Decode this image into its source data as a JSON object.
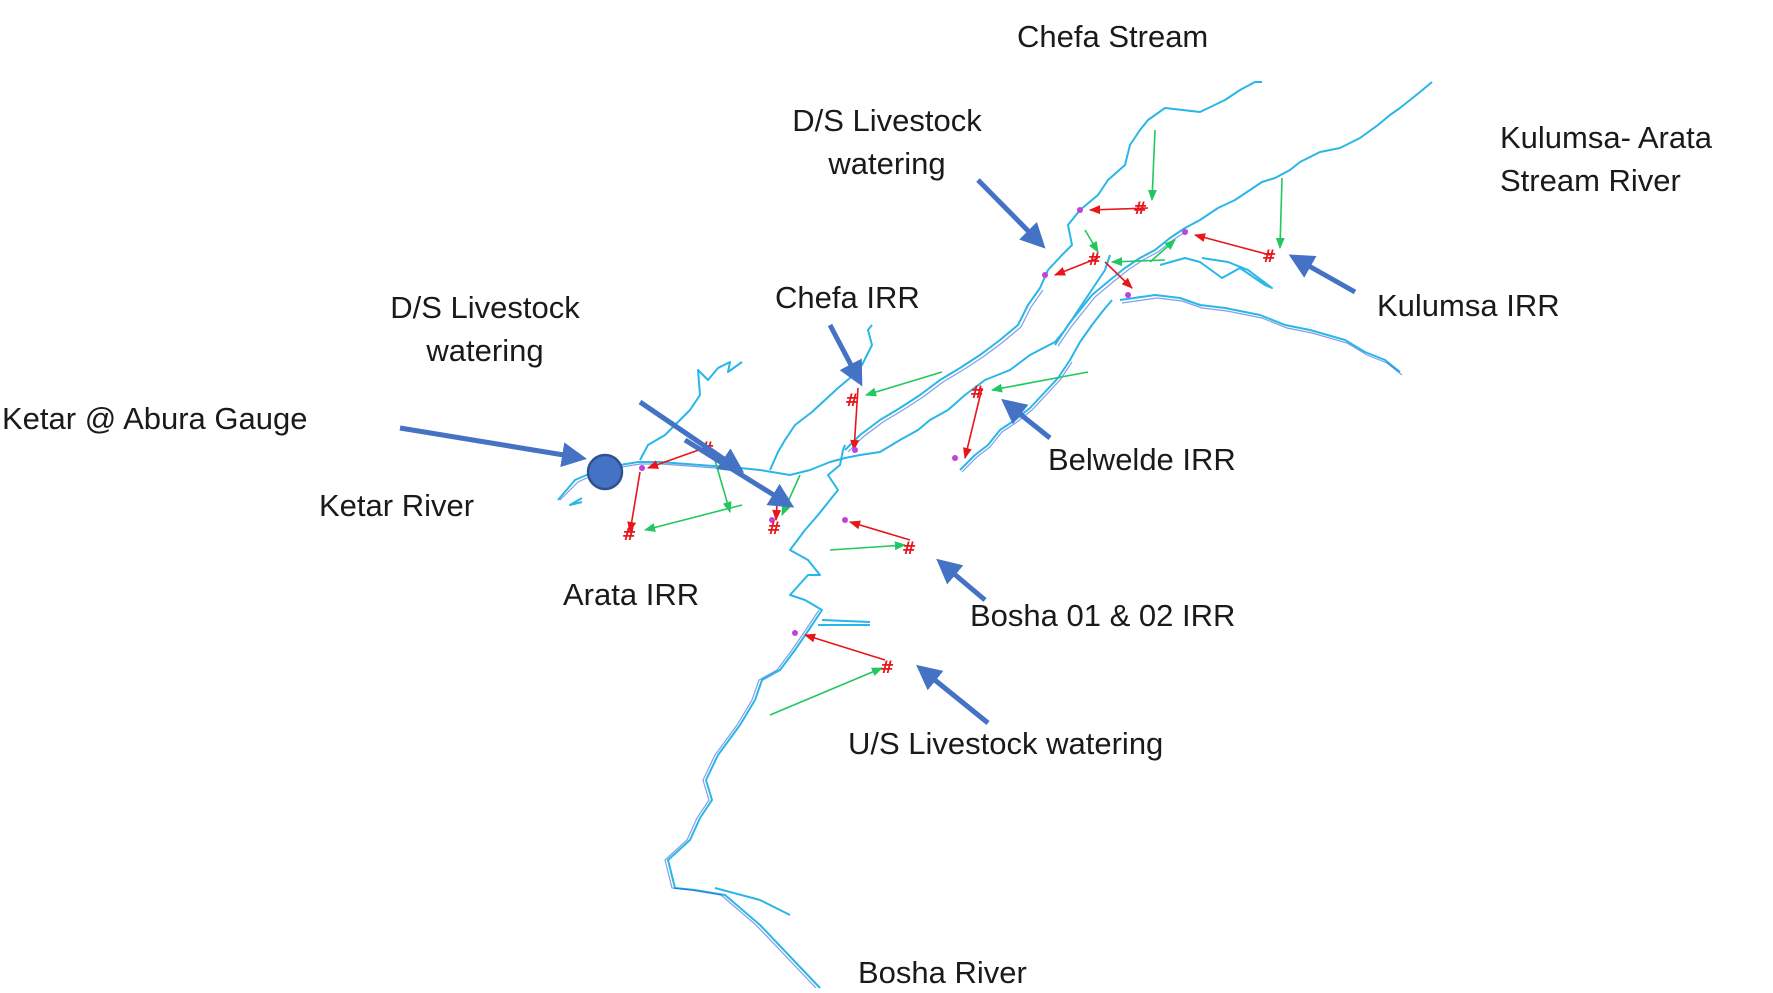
{
  "labels": {
    "chefa_stream": "Chefa Stream",
    "ds_livestock_1": "D/S Livestock\nwatering",
    "kulumsa_arata": "Kulumsa- Arata\nStream River",
    "kulumsa_irr": "Kulumsa IRR",
    "ds_livestock_2": "D/S Livestock\nwatering",
    "chefa_irr": "Chefa IRR",
    "ketar_gauge": "Ketar @ Abura Gauge",
    "ketar_river": "Ketar River",
    "belwelde_irr": "Belwelde IRR",
    "arata_irr": "Arata IRR",
    "bosha_irr": "Bosha 01 & 02 IRR",
    "us_livestock": "U/S Livestock watering",
    "bosha_river": "Bosha River"
  },
  "demand_marker": "#",
  "colors": {
    "river": "#29b6e8",
    "diversion": "#e8151b",
    "return_flow": "#22c760",
    "pointer_arrow": "#4472c4",
    "gauge": "#4472c4"
  }
}
